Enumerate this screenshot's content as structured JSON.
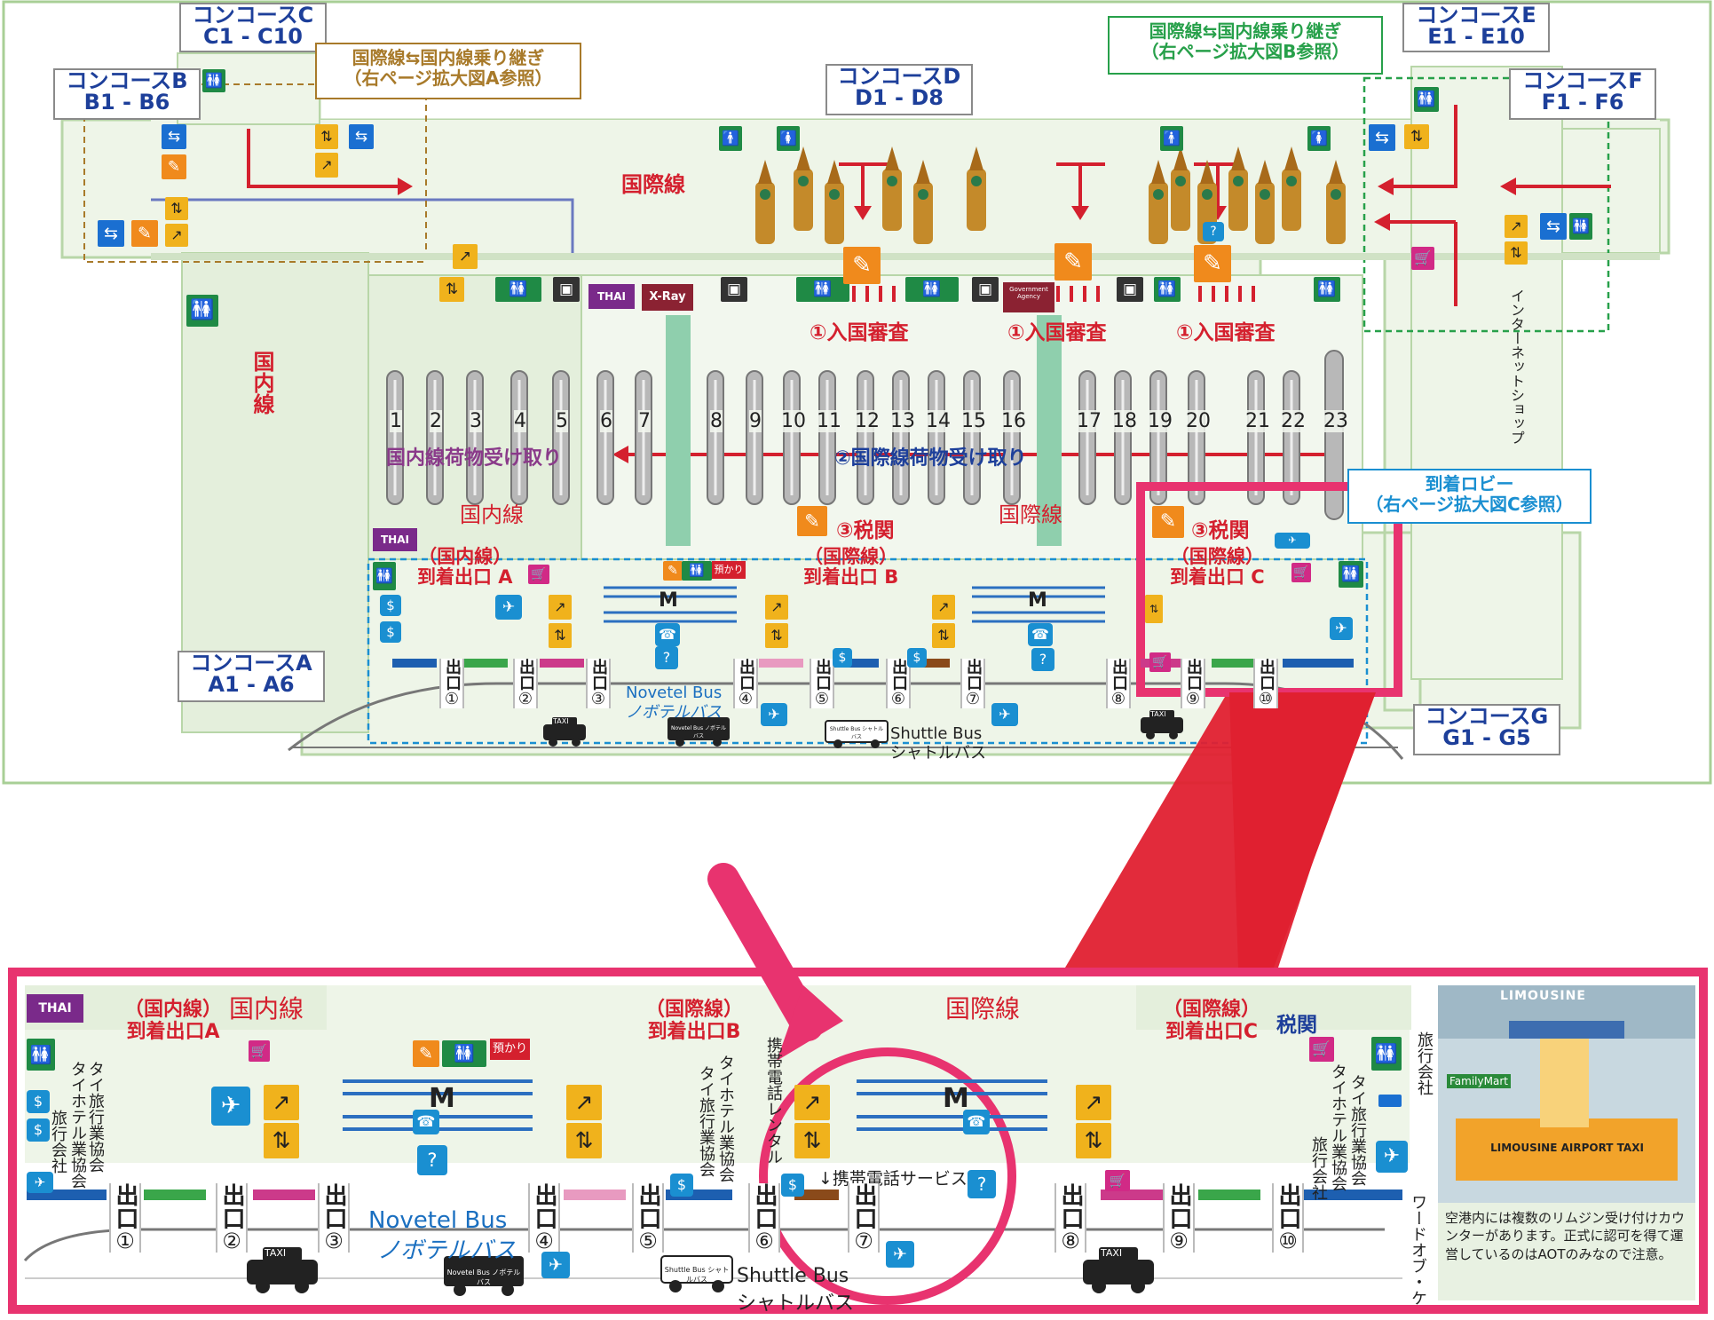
{
  "concourses": {
    "a": {
      "name": "コンコースA",
      "gates": "A1 - A6"
    },
    "b": {
      "name": "コンコースB",
      "gates": "B1 - B6"
    },
    "c": {
      "name": "コンコースC",
      "gates": "C1 - C10"
    },
    "d": {
      "name": "コンコースD",
      "gates": "D1 - D8"
    },
    "e": {
      "name": "コンコースE",
      "gates": "E1 - E10"
    },
    "f": {
      "name": "コンコースF",
      "gates": "F1 - F6"
    },
    "g": {
      "name": "コンコースG",
      "gates": "G1 - G5"
    }
  },
  "transfer_notes": {
    "a": {
      "line1": "国際線⇆国内線乗り継ぎ",
      "line2": "（右ページ拡大図A参照）"
    },
    "b": {
      "line1": "国際線⇆国内線乗り継ぎ",
      "line2": "（右ページ拡大図B参照）"
    }
  },
  "arrival_lobby_note": {
    "line1": "到着ロビー",
    "line2": "（右ページ拡大図C参照）"
  },
  "area_labels": {
    "international_top": "国際線",
    "domestic_vertical": "国内線",
    "domestic_hall": "国内線",
    "international_hall": "国際線",
    "internet_shop": "インターネットショップ"
  },
  "immigration": [
    "①入国審査",
    "①入国審査",
    "①入国審査"
  ],
  "baggage": {
    "domestic": "国内線荷物受け取り",
    "international": "②国際線荷物受け取り",
    "carousels": [
      "1",
      "2",
      "3",
      "4",
      "5",
      "6",
      "7",
      "8",
      "9",
      "10",
      "11",
      "12",
      "13",
      "14",
      "15",
      "16",
      "17",
      "18",
      "19",
      "20",
      "21",
      "22",
      "23"
    ]
  },
  "customs": [
    "③税関",
    "③税関"
  ],
  "service_labels": {
    "xray": "X-Ray",
    "government_agency": "Government Agency",
    "thai_logo": "THAI",
    "baggage_storage": "預かり",
    "money": "M"
  },
  "arrival_exits": {
    "a": {
      "line1": "（国内線）",
      "line2": "到着出口 A"
    },
    "b": {
      "line1": "（国際線）",
      "line2": "到着出口 B"
    },
    "c": {
      "line1": "（国際線）",
      "line2": "到着出口 C"
    }
  },
  "exits": {
    "label": "出口",
    "numbers": [
      "①",
      "②",
      "③",
      "④",
      "⑤",
      "⑥",
      "⑦",
      "⑧",
      "⑨",
      "⑩"
    ]
  },
  "transport": {
    "novotel_en": "Novetel Bus",
    "novotel_jp": "ノボテルバス",
    "shuttle_en": "Shuttle Bus",
    "shuttle_jp": "シャトルバス",
    "taxi": "TAXI",
    "bus_sign": "Novetel Bus ノボテルバス",
    "shuttle_sign": "Shuttle Bus シャトルバス"
  },
  "zoom": {
    "domestic": "国内線",
    "international": "国際線",
    "customs": "税関",
    "exit_a": {
      "line1": "（国内線）",
      "line2": "到着出口A"
    },
    "exit_b": {
      "line1": "（国際線）",
      "line2": "到着出口B"
    },
    "exit_c": {
      "line1": "（国際線）",
      "line2": "到着出口C"
    },
    "vertical_labels": {
      "travel1": "タイ旅行業協会",
      "hotel1": "タイホテル業協会",
      "agency1": "旅行会社",
      "hotel2": "タイホテル業協会",
      "travel2": "タイ旅行業協会",
      "mobile_rental": "携帯電話レンタル",
      "travel3": "タイ旅行業協会",
      "hotel3": "タイホテル業協会",
      "agency3": "旅行会社",
      "agency4": "旅行会社",
      "wof": "ワードオブ・ケ"
    },
    "mobile_service": "↓携帯電話サービス",
    "photo": {
      "sign_top": "LIMOUSINE",
      "counter_sign": "LIMOUSINE AIRPORT TAXI",
      "store": "FamilyMart",
      "caption": "空港内には複数のリムジン受け付けカウンターがあります。正式に認可を得て運営しているのはAOTのみなので注意。"
    }
  },
  "colors": {
    "floor": "#eef5e8",
    "floor_border": "#b8d6a8",
    "red": "#d4202e",
    "navy": "#1d3f9a",
    "magenta": "#e8336f",
    "green": "#1f8a45",
    "orange": "#f0b21c"
  }
}
